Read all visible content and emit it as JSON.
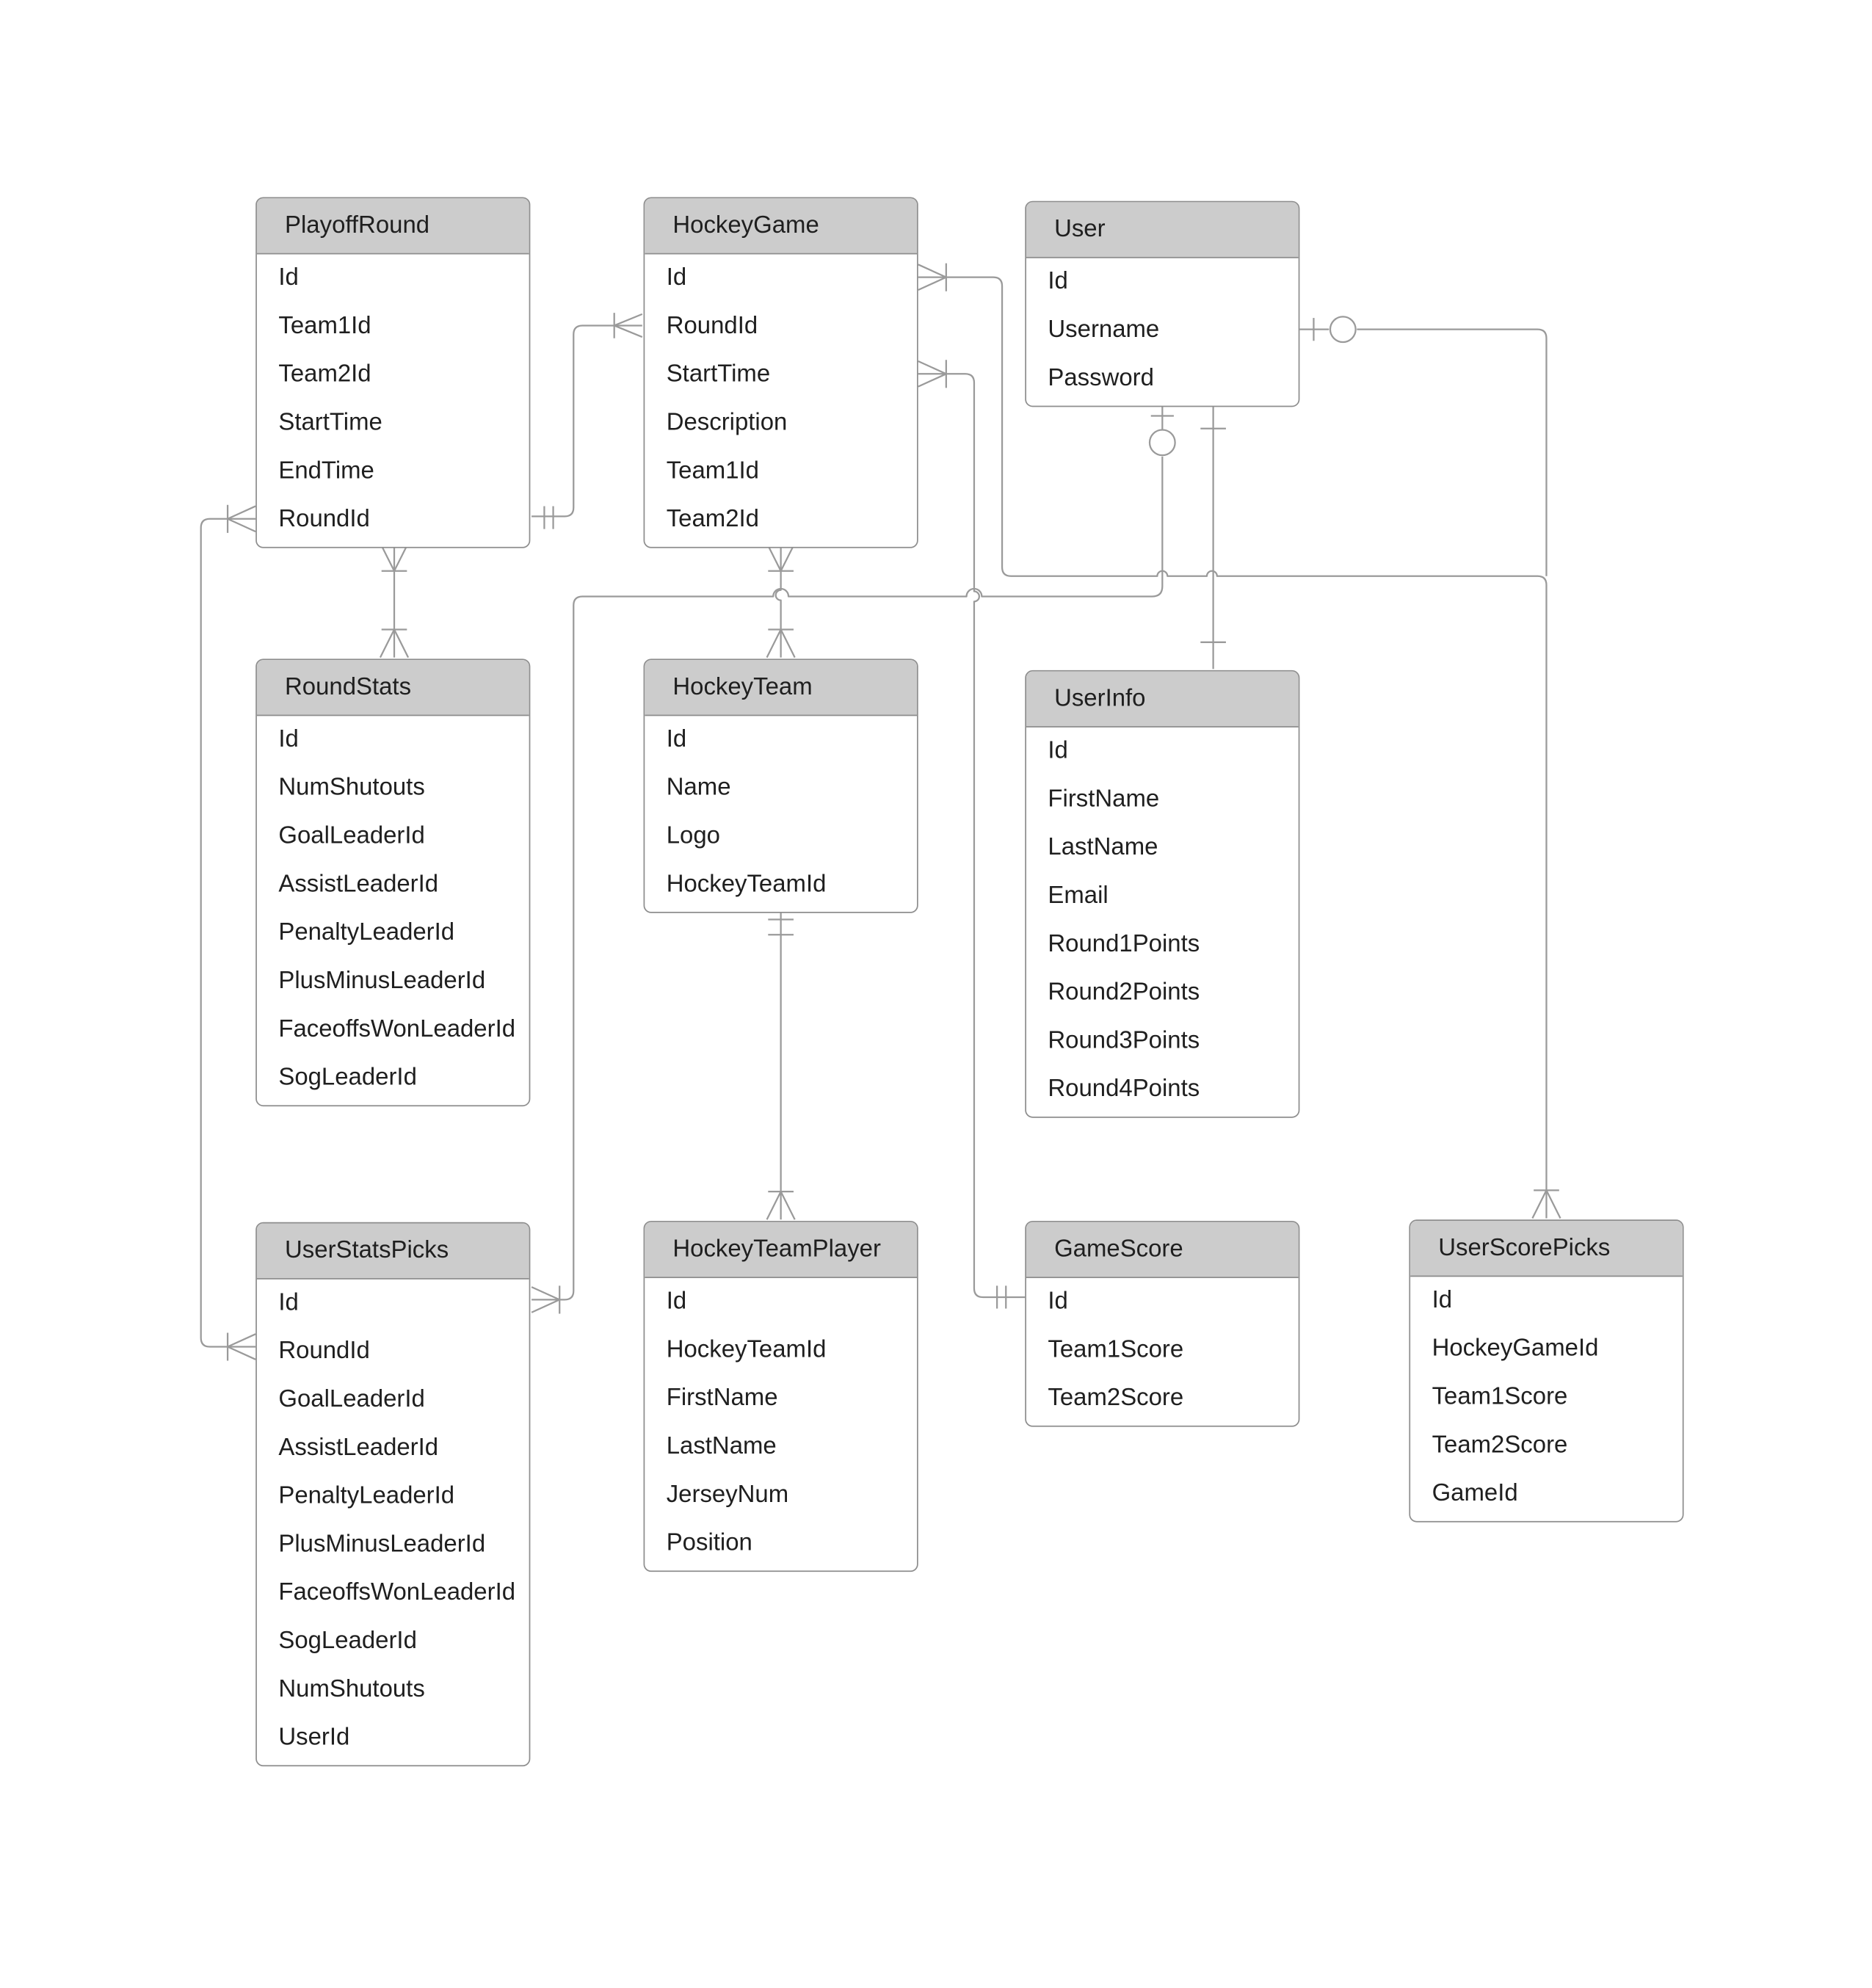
{
  "entities": [
    {
      "name": "PlayoffRound",
      "attributes": [
        "Id",
        "Team1Id",
        "Team2Id",
        "StartTime",
        "EndTime",
        "RoundId"
      ]
    },
    {
      "name": "HockeyGame",
      "attributes": [
        "Id",
        "RoundId",
        "StartTime",
        "Description",
        "Team1Id",
        "Team2Id"
      ]
    },
    {
      "name": "User",
      "attributes": [
        "Id",
        "Username",
        "Password"
      ]
    },
    {
      "name": "RoundStats",
      "attributes": [
        "Id",
        "NumShutouts",
        "GoalLeaderId",
        "AssistLeaderId",
        "PenaltyLeaderId",
        "PlusMinusLeaderId",
        "FaceoffsWonLeaderId",
        "SogLeaderId"
      ]
    },
    {
      "name": "HockeyTeam",
      "attributes": [
        "Id",
        "Name",
        "Logo",
        "HockeyTeamId"
      ]
    },
    {
      "name": "UserInfo",
      "attributes": [
        "Id",
        "FirstName",
        "LastName",
        "Email",
        "Round1Points",
        "Round2Points",
        "Round3Points",
        "Round4Points"
      ]
    },
    {
      "name": "UserStatsPicks",
      "attributes": [
        "Id",
        "RoundId",
        "GoalLeaderId",
        "AssistLeaderId",
        "PenaltyLeaderId",
        "PlusMinusLeaderId",
        "FaceoffsWonLeaderId",
        "SogLeaderId",
        "NumShutouts",
        "UserId"
      ]
    },
    {
      "name": "HockeyTeamPlayer",
      "attributes": [
        "Id",
        "HockeyTeamId",
        "FirstName",
        "LastName",
        "JerseyNum",
        "Position"
      ]
    },
    {
      "name": "GameScore",
      "attributes": [
        "Id",
        "Team1Score",
        "Team2Score"
      ]
    },
    {
      "name": "UserScorePicks",
      "attributes": [
        "Id",
        "HockeyGameId",
        "Team1Score",
        "Team2Score",
        "GameId"
      ]
    }
  ],
  "relationships": [
    {
      "from": "PlayoffRound",
      "from_card": "one-and-only-one",
      "to": "HockeyGame",
      "to_card": "one-or-many"
    },
    {
      "from": "PlayoffRound",
      "from_card": "one-or-many",
      "to": "RoundStats",
      "to_card": "one-or-many"
    },
    {
      "from": "PlayoffRound",
      "from_card": "one-or-many",
      "to": "UserStatsPicks",
      "to_card": "one-or-many"
    },
    {
      "from": "HockeyGame",
      "from_card": "one-or-many",
      "to": "HockeyTeam",
      "to_card": "one-or-many"
    },
    {
      "from": "HockeyGame",
      "from_card": "one-or-many",
      "to": "UserScorePicks",
      "to_card": "one-or-many"
    },
    {
      "from": "HockeyGame",
      "from_card": "one-or-many",
      "to": "GameScore",
      "to_card": "one-and-only-one"
    },
    {
      "from": "User",
      "from_card": "zero-or-one",
      "to": "UserScorePicks",
      "to_card": "one-or-many"
    },
    {
      "from": "User",
      "from_card": "zero-or-one",
      "to": "UserStatsPicks",
      "to_card": "one-or-many"
    },
    {
      "from": "User",
      "from_card": "one",
      "to": "UserInfo",
      "to_card": "one"
    },
    {
      "from": "HockeyTeam",
      "from_card": "one-and-only-one",
      "to": "HockeyTeamPlayer",
      "to_card": "one-or-many"
    }
  ],
  "colors": {
    "header": "#cccccc",
    "border": "#8e8e8e",
    "line": "#9a9a9a",
    "text": "#1f1f1f"
  }
}
